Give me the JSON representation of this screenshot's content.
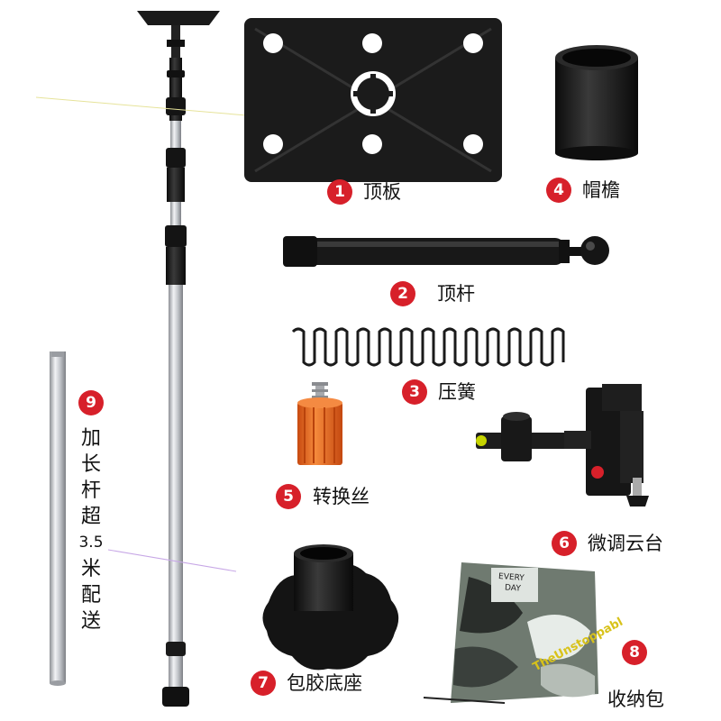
{
  "parts": [
    {
      "num": "1",
      "label": "顶板"
    },
    {
      "num": "2",
      "label": "顶杆"
    },
    {
      "num": "3",
      "label": "压簧"
    },
    {
      "num": "4",
      "label": "帽檐"
    },
    {
      "num": "5",
      "label": "转换丝"
    },
    {
      "num": "6",
      "label": "微调云台"
    },
    {
      "num": "7",
      "label": "包胶底座"
    },
    {
      "num": "8",
      "label": "收纳包"
    },
    {
      "num": "9",
      "label": [
        "加",
        "长",
        "杆",
        "超",
        "3.5",
        "米",
        "配",
        "送"
      ]
    }
  ],
  "bag_print": {
    "line1": "EVERY",
    "line2": "DAY",
    "brand": "TheUnstoppabl"
  },
  "colors": {
    "badge": "#d7202a",
    "pole_silver": "#c9cbcf",
    "black_part": "#1c1c1c",
    "orange": "#e8621c"
  }
}
